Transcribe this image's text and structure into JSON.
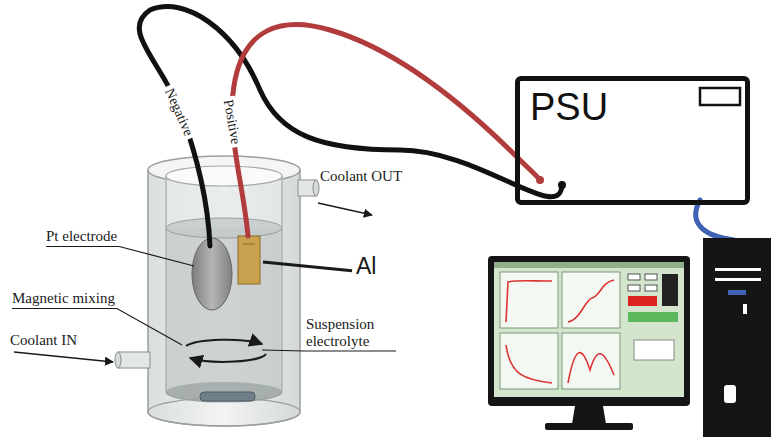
{
  "diagram": {
    "nodes": [
      {
        "text": [
          "PSU"
        ]
      }
    ],
    "labels": [
      "Negative",
      "Positive",
      "Coolant OUT",
      "Pt electrode",
      "Al",
      "Magnetic mixing",
      "Suspension electrolyte",
      "Coolant IN"
    ]
  }
}
